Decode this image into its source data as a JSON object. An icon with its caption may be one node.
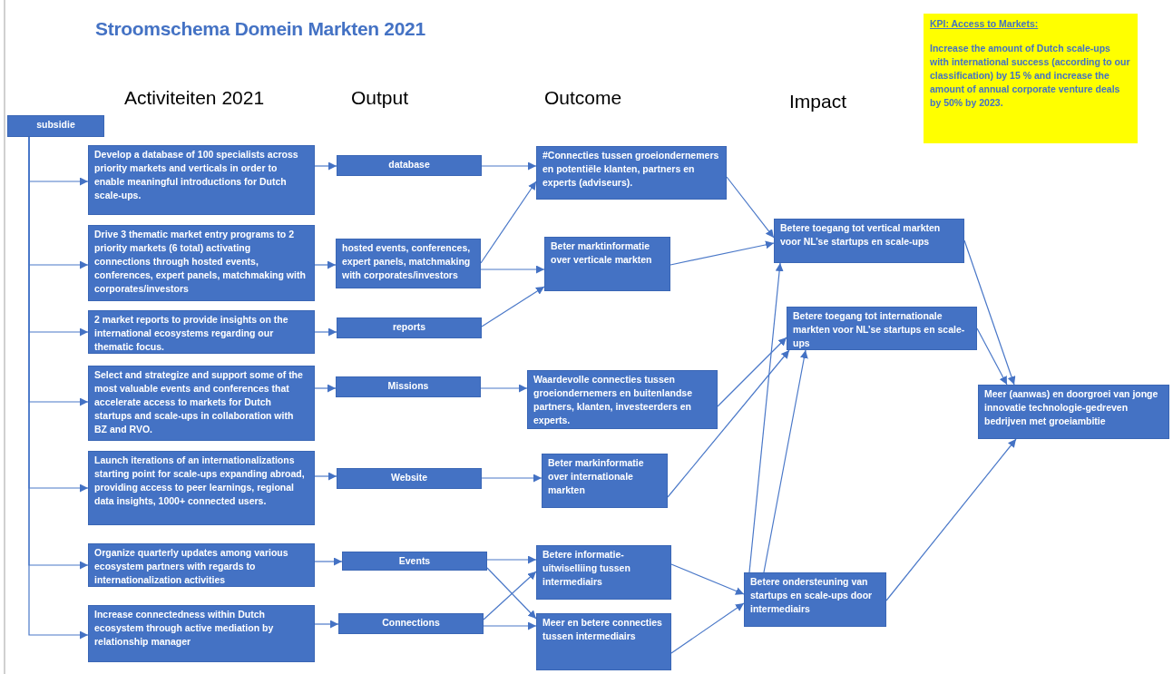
{
  "diagram": {
    "title": "Stroomschema Domein Markten 2021",
    "nodes": [
      {
        "text": [
          "subsidie"
        ]
      },
      {
        "text": [
          "Develop a database of 100 specialists across priority markets and verticals in order to enable meaningful introductions for Dutch scale-ups."
        ]
      },
      {
        "text": [
          "Drive 3 thematic market entry programs to 2 priority markets (6 total) activating connections through hosted events, conferences, expert panels, matchmaking with corporates/investors"
        ]
      },
      {
        "text": [
          "2 market reports to provide insights on the international ecosystems regarding our thematic focus."
        ]
      },
      {
        "text": [
          "Select and strategize and support some of the most valuable events and conferences that accelerate access to markets for Dutch startups and scale-ups in collaboration with BZ and RVO."
        ]
      },
      {
        "text": [
          "Launch iterations of an internationalizations starting point for scale-ups expanding abroad, providing access to peer learnings, regional data insights, 1000+ connected users."
        ]
      },
      {
        "text": [
          "Organize quarterly updates among various ecosystem partners with regards to internationalization activities"
        ]
      },
      {
        "text": [
          "Increase connectedness within Dutch ecosystem through active mediation by relationship manager"
        ]
      },
      {
        "text": [
          "database"
        ]
      },
      {
        "text": [
          "hosted events, conferences, expert panels, matchmaking with corporates/investors"
        ]
      },
      {
        "text": [
          "reports"
        ]
      },
      {
        "text": [
          "Missions"
        ]
      },
      {
        "text": [
          "Website"
        ]
      },
      {
        "text": [
          "Events"
        ]
      },
      {
        "text": [
          "Connections"
        ]
      },
      {
        "text": [
          "#Connecties tussen groeiondernemers en potentiële klanten, partners en experts (adviseurs)."
        ]
      },
      {
        "text": [
          "Beter marktinformatie over verticale markten"
        ]
      },
      {
        "text": [
          "Waardevolle connecties tussen groeiondernemers en buitenlandse partners, klanten, investeerders en experts."
        ]
      },
      {
        "text": [
          "Beter markinformatie over internationale markten"
        ]
      },
      {
        "text": [
          "Betere informatie-uitwiselliing tussen intermediairs"
        ]
      },
      {
        "text": [
          "Meer en betere connecties tussen intermediairs"
        ]
      },
      {
        "text": [
          "Betere toegang tot vertical markten voor NL’se startups en scale-ups"
        ]
      },
      {
        "text": [
          "Betere toegang tot internationale markten voor NL’se startups en scale-ups"
        ]
      },
      {
        "text": [
          "Betere ondersteuning van startups en scale-ups door intermediairs"
        ]
      },
      {
        "text": [
          "Meer (aanwas) en doorgroei van jonge innovatie technologie-gedreven bedrijven met groeiambitie"
        ]
      },
      {
        "text": [
          "KPI: Access to Markets:",
          "Increase the amount of Dutch scale-ups with international success (according to our classification) by 15 % and increase the amount of annual corporate venture deals by 50% by 2023."
        ]
      }
    ],
    "edges": [
      {
        "from": 0,
        "to": 1,
        "arrow": "to"
      },
      {
        "from": 0,
        "to": 2,
        "arrow": "to"
      },
      {
        "from": 0,
        "to": 3,
        "arrow": "to"
      },
      {
        "from": 0,
        "to": 4,
        "arrow": "to"
      },
      {
        "from": 0,
        "to": 5,
        "arrow": "to"
      },
      {
        "from": 0,
        "to": 6,
        "arrow": "to"
      },
      {
        "from": 0,
        "to": 7,
        "arrow": "to"
      },
      {
        "from": 1,
        "to": 8,
        "arrow": "to"
      },
      {
        "from": 2,
        "to": 9,
        "arrow": "to"
      },
      {
        "from": 3,
        "to": 10,
        "arrow": "to"
      },
      {
        "from": 4,
        "to": 11,
        "arrow": "to"
      },
      {
        "from": 5,
        "to": 12,
        "arrow": "to"
      },
      {
        "from": 6,
        "to": 13,
        "arrow": "to"
      },
      {
        "from": 7,
        "to": 14,
        "arrow": "to"
      },
      {
        "from": 8,
        "to": 15,
        "arrow": "to"
      },
      {
        "from": 9,
        "to": 15,
        "arrow": "to"
      },
      {
        "from": 9,
        "to": 16,
        "arrow": "to"
      },
      {
        "from": 10,
        "to": 16,
        "arrow": "to"
      },
      {
        "from": 11,
        "to": 17,
        "arrow": "to"
      },
      {
        "from": 12,
        "to": 18,
        "arrow": "to"
      },
      {
        "from": 13,
        "to": 19,
        "arrow": "to"
      },
      {
        "from": 13,
        "to": 20,
        "arrow": "to"
      },
      {
        "from": 14,
        "to": 19,
        "arrow": "to"
      },
      {
        "from": 14,
        "to": 20,
        "arrow": "to"
      },
      {
        "from": 15,
        "to": 21,
        "arrow": "to"
      },
      {
        "from": 16,
        "to": 21,
        "arrow": "to"
      },
      {
        "from": 17,
        "to": 22,
        "arrow": "to"
      },
      {
        "from": 18,
        "to": 22,
        "arrow": "to"
      },
      {
        "from": 19,
        "to": 23,
        "arrow": "to"
      },
      {
        "from": 20,
        "to": 23,
        "arrow": "to"
      },
      {
        "from": 23,
        "to": 21,
        "arrow": "to"
      },
      {
        "from": 23,
        "to": 22,
        "arrow": "to"
      },
      {
        "from": 21,
        "to": 24,
        "arrow": "to"
      },
      {
        "from": 22,
        "to": 24,
        "arrow": "to"
      },
      {
        "from": 23,
        "to": 24,
        "arrow": "to"
      }
    ],
    "labels": [
      "Activiteiten 2021",
      "Output",
      "Outcome",
      "Impact"
    ]
  }
}
